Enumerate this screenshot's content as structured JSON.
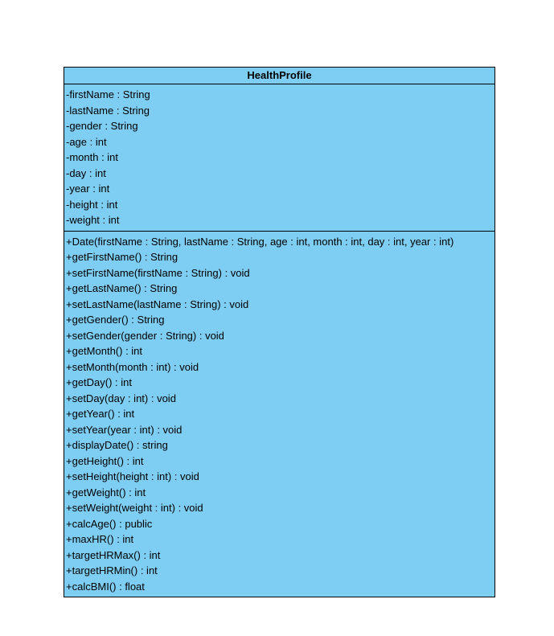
{
  "diagram": {
    "class_name": "HealthProfile",
    "colors": {
      "fill": "#7ecef4",
      "border": "#000000",
      "background": "#ffffff"
    },
    "attributes": [
      "-firstName : String",
      "-lastName : String",
      "-gender : String",
      "-age : int",
      "-month : int",
      "-day : int",
      "-year : int",
      "-height : int",
      "-weight : int"
    ],
    "operations": [
      "+Date(firstName : String, lastName : String, age : int, month : int, day : int, year : int)",
      "+getFirstName() : String",
      "+setFirstName(firstName : String) : void",
      "+getLastName() : String",
      "+setLastName(lastName : String) : void",
      "+getGender() : String",
      "+setGender(gender : String) : void",
      "+getMonth() : int",
      "+setMonth(month : int) : void",
      "+getDay() : int",
      "+setDay(day : int) : void",
      "+getYear() : int",
      "+setYear(year : int) : void",
      "+displayDate() : string",
      "+getHeight() : int",
      "+setHeight(height : int) : void",
      "+getWeight() : int",
      "+setWeight(weight : int) : void",
      "+calcAge() : public",
      "+maxHR() : int",
      "+targetHRMax() : int",
      "+targetHRMin() : int",
      "+calcBMI() : float"
    ]
  }
}
